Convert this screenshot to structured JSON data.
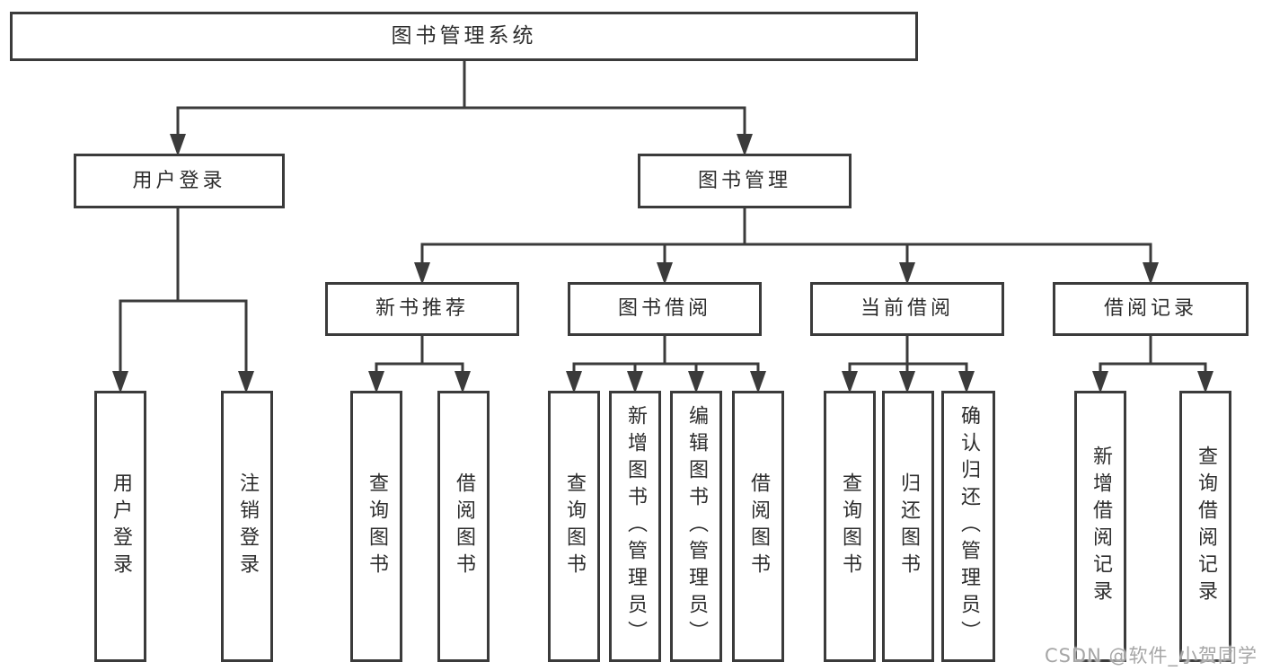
{
  "tree": {
    "label": "图书管理系统",
    "children": [
      {
        "label": "用户登录",
        "children": [
          {
            "label": "用户登录"
          },
          {
            "label": "注销登录"
          }
        ]
      },
      {
        "label": "图书管理",
        "children": [
          {
            "label": "新书推荐",
            "children": [
              {
                "label": "查询图书"
              },
              {
                "label": "借阅图书"
              }
            ]
          },
          {
            "label": "图书借阅",
            "children": [
              {
                "label": "查询图书"
              },
              {
                "label": "新增图书（管理员）"
              },
              {
                "label": "编辑图书（管理员）"
              },
              {
                "label": "借阅图书"
              }
            ]
          },
          {
            "label": "当前借阅",
            "children": [
              {
                "label": "查询图书"
              },
              {
                "label": "归还图书"
              },
              {
                "label": "确认归还（管理员）"
              }
            ]
          },
          {
            "label": "借阅记录",
            "children": [
              {
                "label": "新增借阅记录"
              },
              {
                "label": "查询借阅记录"
              }
            ]
          }
        ]
      }
    ]
  },
  "watermark": {
    "text": "CSDN @软件_小贺同学"
  },
  "colors": {
    "line": "#3b3b3b",
    "box_border": "#3b3b3b",
    "text": "#2d2d2d",
    "watermark": "#a6a6a6",
    "background": "#ffffff"
  }
}
